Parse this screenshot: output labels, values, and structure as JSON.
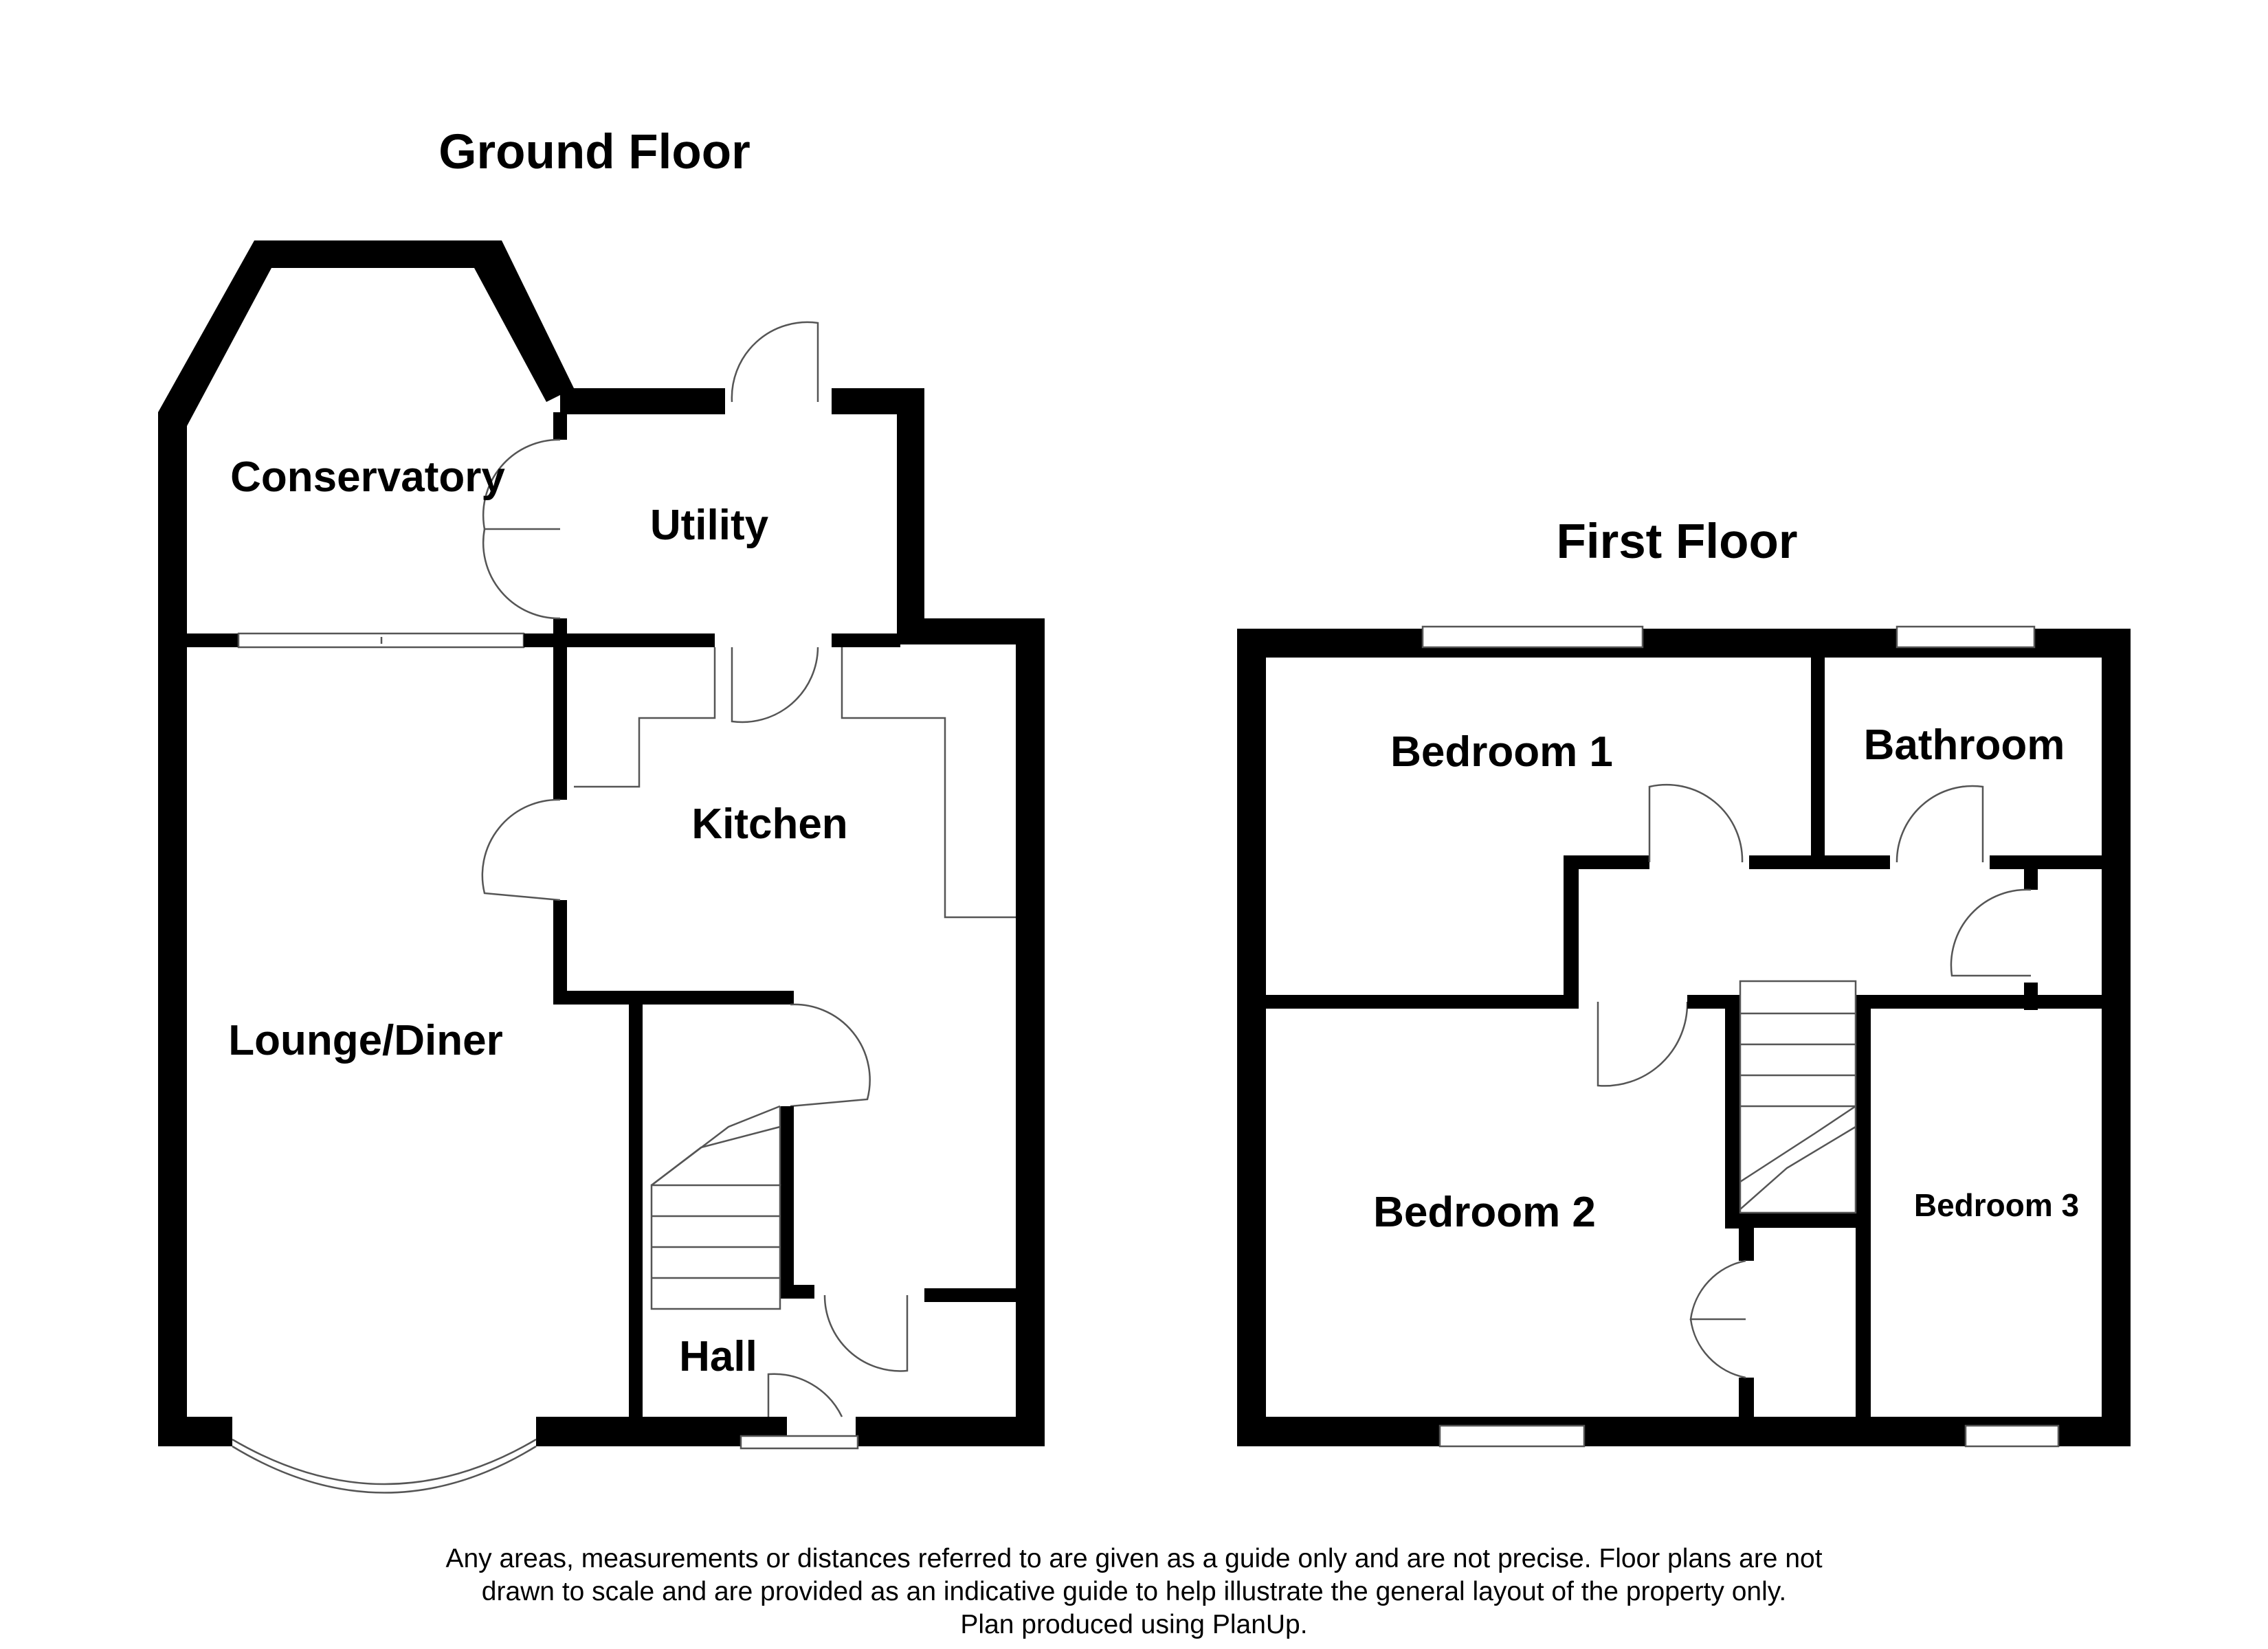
{
  "floors": {
    "ground": {
      "title": "Ground Floor",
      "rooms": {
        "conservatory": "Conservatory",
        "utility": "Utility",
        "kitchen": "Kitchen",
        "lounge_diner": "Lounge/Diner",
        "hall": "Hall"
      }
    },
    "first": {
      "title": "First Floor",
      "rooms": {
        "bedroom1": "Bedroom 1",
        "bathroom": "Bathroom",
        "bedroom2": "Bedroom 2",
        "bedroom3": "Bedroom 3"
      }
    }
  },
  "disclaimer": {
    "line1": "Any areas, measurements or distances referred to are given as a guide only and are not precise. Floor plans are not",
    "line2": "drawn to scale and are provided as an indicative guide to help illustrate the general layout of the property only.",
    "line3": "Plan produced using PlanUp."
  }
}
